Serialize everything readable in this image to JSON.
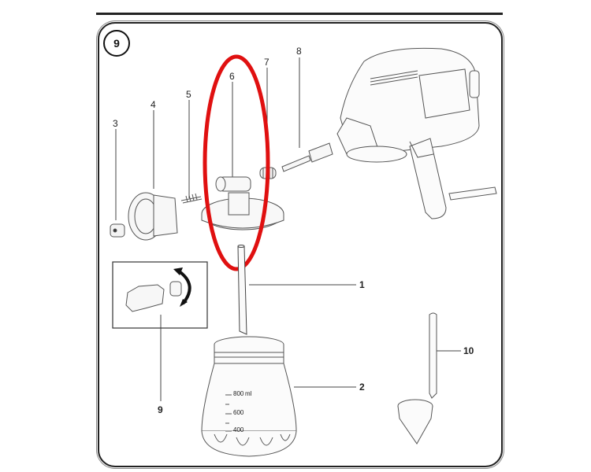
{
  "diagram": {
    "step_number": "9",
    "highlight_color": "#e01010",
    "line_color": "#333333",
    "parts": [
      {
        "id": "1",
        "label": "1",
        "name": "suction tube"
      },
      {
        "id": "2",
        "label": "2",
        "name": "paint container"
      },
      {
        "id": "3",
        "label": "3",
        "name": "nozzle"
      },
      {
        "id": "4",
        "label": "4",
        "name": "air cap"
      },
      {
        "id": "5",
        "label": "5",
        "name": "needle spring"
      },
      {
        "id": "6",
        "label": "6",
        "name": "pump housing"
      },
      {
        "id": "7",
        "label": "7",
        "name": "spring"
      },
      {
        "id": "8",
        "label": "8",
        "name": "piston"
      },
      {
        "id": "9",
        "label": "9",
        "name": "nozzle adjustment inset"
      },
      {
        "id": "10",
        "label": "10",
        "name": "viscosity cup"
      }
    ],
    "container_scale": {
      "unit": "ml",
      "marks": [
        "800",
        "600",
        "400"
      ]
    }
  }
}
